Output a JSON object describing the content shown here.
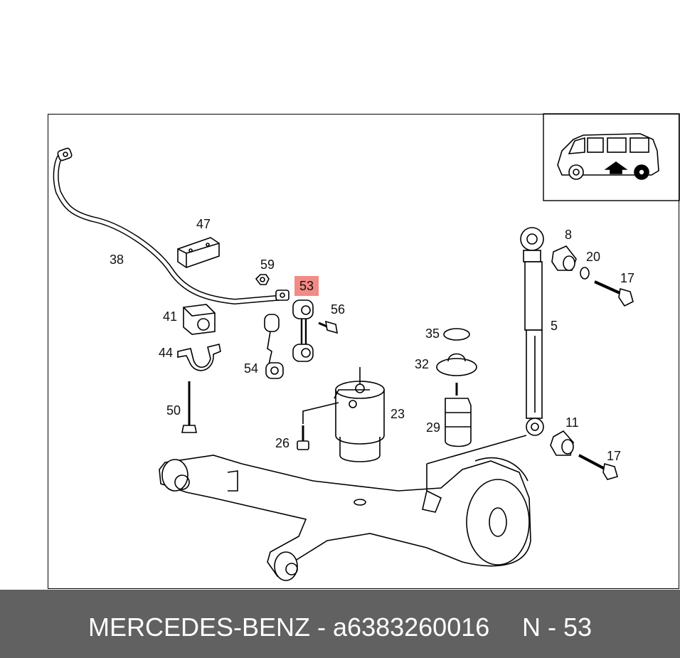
{
  "callouts": {
    "c47": "47",
    "c38": "38",
    "c59": "59",
    "c53": "53",
    "c56": "56",
    "c41": "41",
    "c44": "44",
    "c54": "54",
    "c50": "50",
    "c26": "26",
    "c23": "23",
    "c35": "35",
    "c32": "32",
    "c29": "29",
    "c8": "8",
    "c20": "20",
    "c17a": "17",
    "c5": "5",
    "c11": "11",
    "c17b": "17"
  },
  "highlight_color": "#f28b86",
  "footer": {
    "brand_part": "MERCEDES-BENZ - a6383260016",
    "ref": "N - 53"
  },
  "icons": [
    "vehicle-van-icon",
    "arrow-up-icon"
  ]
}
